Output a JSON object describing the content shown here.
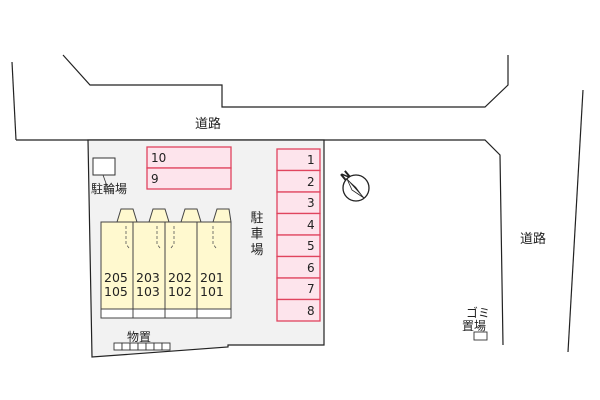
{
  "roads": {
    "top_label": "道路",
    "right_label": "道路"
  },
  "facilities": {
    "bicycle_parking": "駐輪場",
    "parking_lot": "駐車場",
    "garbage_area": "ゴミ置場",
    "storage": "物置"
  },
  "parking_top": [
    "10",
    "9"
  ],
  "parking_right": [
    "1",
    "2",
    "3",
    "4",
    "5",
    "6",
    "7",
    "8"
  ],
  "rooms": [
    {
      "upper": "205",
      "lower": "105"
    },
    {
      "upper": "203",
      "lower": "103"
    },
    {
      "upper": "202",
      "lower": "102"
    },
    {
      "upper": "201",
      "lower": "101"
    }
  ],
  "compass": {
    "direction": "N"
  }
}
